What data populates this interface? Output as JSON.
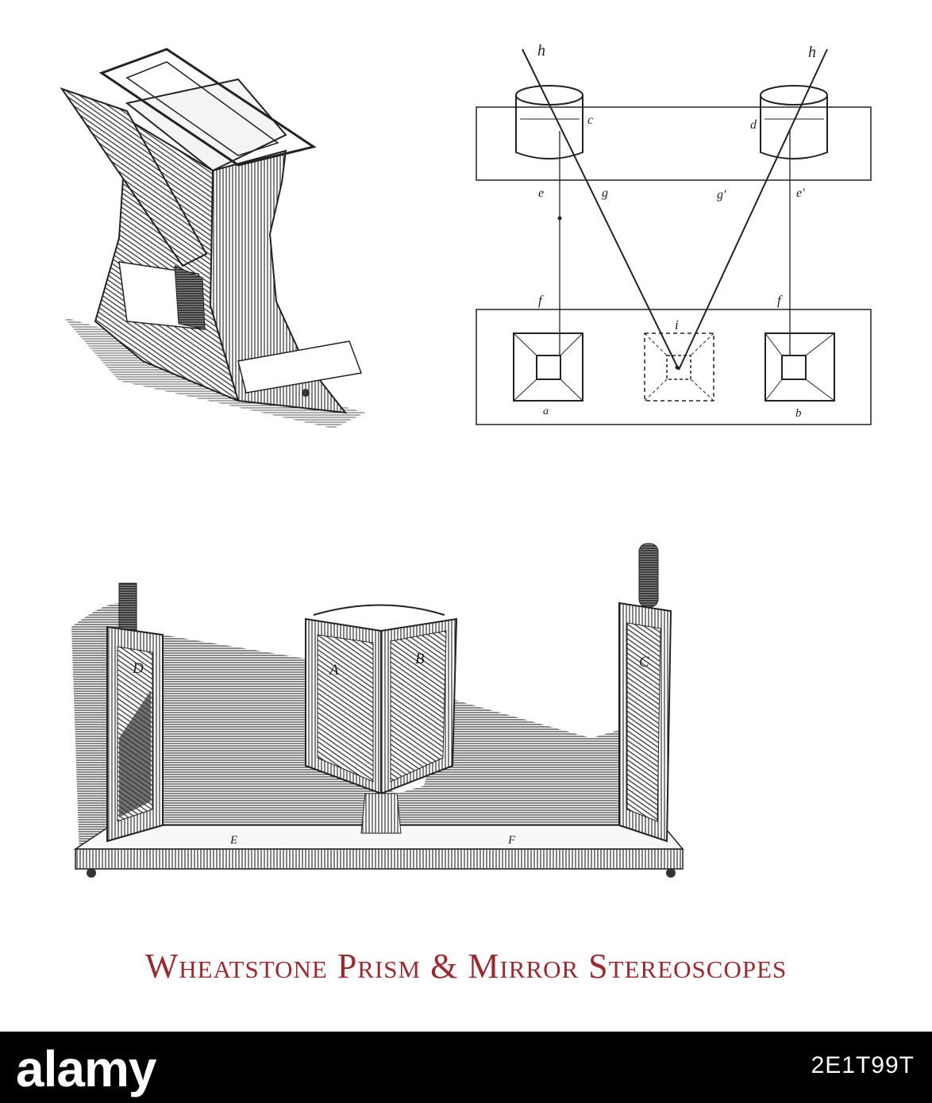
{
  "caption": "Wheatstone Prism & Mirror Stereoscopes",
  "diagram_labels": {
    "h_left": "h",
    "h_right": "h",
    "c_top": "c",
    "d_top": "d",
    "e_left": "e",
    "g_left": "g",
    "g_right": "g′",
    "e_right": "e′",
    "f_left": "f",
    "f_right": "f",
    "i_center": "i",
    "a_bottom": "a",
    "b_bottom": "b"
  },
  "mirror_labels": {
    "D": "D",
    "A": "A",
    "B": "B",
    "C": "C",
    "E": "E",
    "F": "F"
  },
  "footer": {
    "brand": "alamy",
    "image_id": "2E1T99T"
  },
  "colors": {
    "caption": "#9a2a2e",
    "footer_bg": "#000000",
    "ink": "#222222"
  }
}
